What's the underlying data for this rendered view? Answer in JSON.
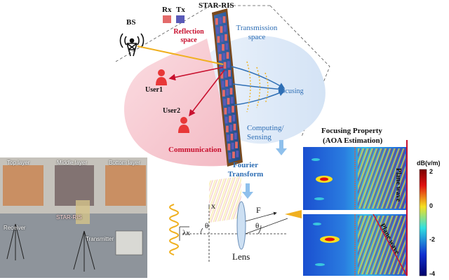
{
  "labels": {
    "star_ris": "STAR-RIS",
    "bs": "BS",
    "rx": "Rx",
    "tx": "Tx",
    "reflection_space": "Reflection space",
    "transmission_space": "Transmission space",
    "user1": "User1",
    "user2": "User2",
    "focusing": "Focusing",
    "communication": "Communication",
    "computing_sensing": "Computing/ Sensing",
    "fourier_transform": "Fourier Transform",
    "focusing_property_line1": "Focusing Property",
    "focusing_property_line2": "(AOA Estimation)",
    "plane_wave": "Plane wave",
    "lens": "Lens",
    "x_axis": "x",
    "F": "F",
    "theta": "θ",
    "lambda_x": "λx"
  },
  "photo": {
    "top_layer": "Top layer",
    "middle_layer": "Middle layer",
    "bottom_layer": "Bottom layer",
    "star_ris": "STAR-RIS",
    "receiver": "Receiver",
    "transmitter": "Transmitter"
  },
  "colorbar": {
    "unit": "dB(v/m)",
    "ticks": [
      "2",
      "0",
      "-2",
      "-4"
    ]
  },
  "colors": {
    "rx": "#e36a6a",
    "tx": "#5a5ab8",
    "reflection_region": "#f6c4cc",
    "transmission_region": "#dbe8f6",
    "accent_red": "#c8102e",
    "accent_blue": "#2f6fb5"
  }
}
